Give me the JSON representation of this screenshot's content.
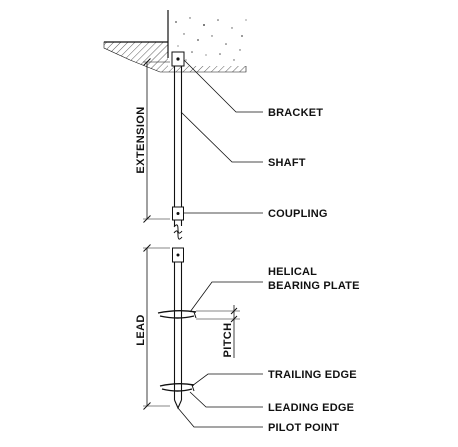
{
  "labels": {
    "bracket": "BRACKET",
    "shaft": "SHAFT",
    "coupling": "COUPLING",
    "helical_line1": "HELICAL",
    "helical_line2": "BEARING PLATE",
    "trailing_edge": "TRAILING EDGE",
    "leading_edge": "LEADING EDGE",
    "pilot_point": "PILOT POINT"
  },
  "dimensions": {
    "extension": "EXTENSION",
    "lead": "LEAD",
    "pitch": "PITCH"
  },
  "colors": {
    "ink": "#111111",
    "background": "#ffffff"
  }
}
